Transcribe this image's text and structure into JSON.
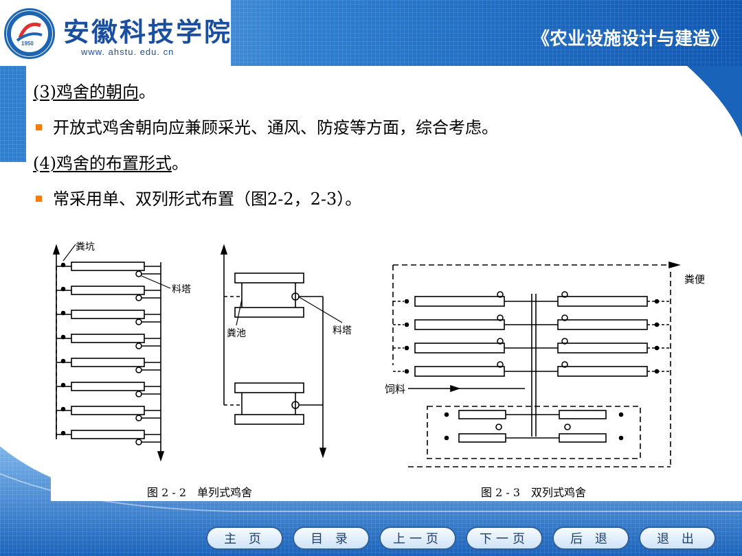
{
  "header": {
    "school_name": "安徽科技学院",
    "school_url": "www. ahstu. edu. cn",
    "logo_year": "1950",
    "course_title": "《农业设施设计与建造》"
  },
  "content": {
    "heading_3": "(3)鸡舍的朝向",
    "heading_3_end": "。",
    "bullet_1": "开放式鸡舍朝向应兼顾采光、通风、防疫等方面，综合考虑。",
    "heading_4": "(4)鸡舍的布置形式",
    "heading_4_end": "。",
    "bullet_2": "常采用单、双列形式布置（图2-2，2-3）。"
  },
  "figure": {
    "fig22": {
      "label_pit": "粪坑",
      "label_tower": "料塔",
      "label_pool": "粪池",
      "label_tower2": "料塔",
      "caption": "图 2 - 2　单列式鸡舍"
    },
    "fig23": {
      "label_manure": "粪便",
      "label_feed": "饲料",
      "caption": "图 2 - 3　双列式鸡舍"
    }
  },
  "nav": {
    "home": "主 页",
    "toc": "目 录",
    "prev": "上一页",
    "next": "下一页",
    "back": "后 退",
    "exit": "退 出"
  },
  "colors": {
    "brand_blue": "#1d64b3",
    "bullet_orange": "#ff7a00",
    "footer_blue": "#2a78c8"
  }
}
